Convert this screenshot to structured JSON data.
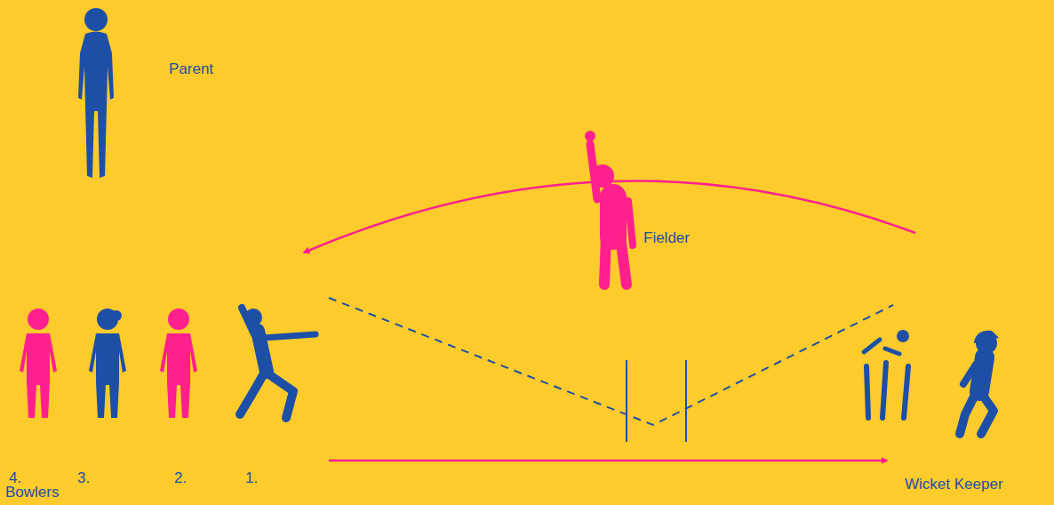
{
  "diagram": {
    "labels": [
      "Parent",
      "Fielder",
      "4.",
      "3.",
      "2.",
      "1.",
      "Wicket Keeper",
      "Bowlers"
    ]
  }
}
